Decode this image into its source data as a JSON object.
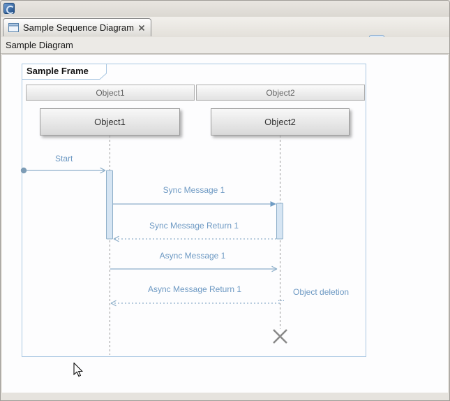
{
  "tab": {
    "title": "Sample Sequence Diagram"
  },
  "toolbar": {
    "home_icon": "home-icon",
    "select_tool_icon": "cursor-icon",
    "zoom_in_icon": "zoom-in-icon",
    "zoom_out_icon": "zoom-out-icon",
    "view_menu_icon": "chevron-down-icon"
  },
  "breadcrumb": {
    "label": "Sample Diagram"
  },
  "diagram": {
    "frame": {
      "label": "Sample Frame"
    },
    "headers": [
      "Object1",
      "Object2"
    ],
    "lifelines": [
      {
        "name": "Object1"
      },
      {
        "name": "Object2"
      }
    ],
    "messages": {
      "start": "Start",
      "sync1": "Sync Message 1",
      "sync_return1": "Sync Message Return 1",
      "async1": "Async Message 1",
      "async_return1": "Async Message Return 1",
      "deletion": "Object deletion",
      "ellipsis": "..."
    },
    "colors": {
      "message_blue": "#6d99c3",
      "line_blue": "#8fb0ca",
      "frame_border": "#a9c7e2",
      "activation_fill": "#d6e5f3",
      "lifeline_grey": "#9a9a9a",
      "destroy_grey": "#8a8a8a"
    }
  }
}
